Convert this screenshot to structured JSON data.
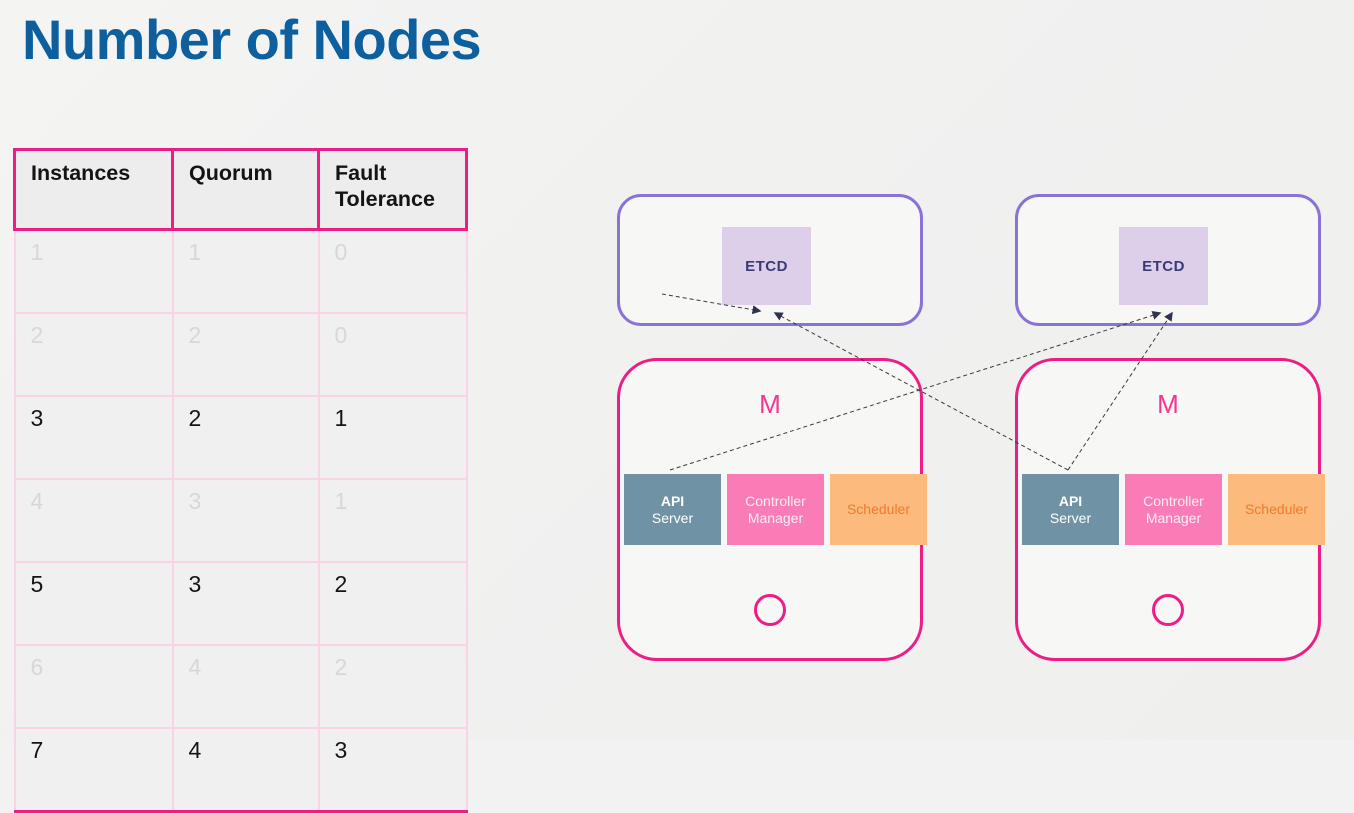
{
  "slide": {
    "title": "Number of Nodes",
    "title_color": "#0d5f9e",
    "background_color": "#f2f2f2",
    "watermark": ""
  },
  "table": {
    "name": "quorum-fault-tolerance-table",
    "accent_color": "#ec1e86",
    "columns": [
      "Instances",
      "Quorum",
      "Fault Tolerance"
    ],
    "rows": [
      {
        "instances": "1",
        "quorum": "1",
        "fault_tolerance": "0",
        "highlighted": false
      },
      {
        "instances": "2",
        "quorum": "2",
        "fault_tolerance": "0",
        "highlighted": false
      },
      {
        "instances": "3",
        "quorum": "2",
        "fault_tolerance": "1",
        "highlighted": true
      },
      {
        "instances": "4",
        "quorum": "3",
        "fault_tolerance": "1",
        "highlighted": false
      },
      {
        "instances": "5",
        "quorum": "3",
        "fault_tolerance": "2",
        "highlighted": true
      },
      {
        "instances": "6",
        "quorum": "4",
        "fault_tolerance": "2",
        "highlighted": false
      },
      {
        "instances": "7",
        "quorum": "4",
        "fault_tolerance": "3",
        "highlighted": true
      }
    ]
  },
  "diagram": {
    "name": "ha-control-plane-diagram",
    "etcd_shell_border_color": "#8b72d8",
    "etcd_box_color": "#ddcfea",
    "etcd_text_color": "#3b3a78",
    "master_border_color": "#ec1e86",
    "clusters": [
      {
        "etcd_label": "ETCD",
        "master_label": "M",
        "components": [
          {
            "name": "api-server",
            "line1": "API",
            "line2": "Server",
            "color": "#6f93a5"
          },
          {
            "name": "controller-manager",
            "line1": "Controller",
            "line2": "Manager",
            "color": "#fa7cb6"
          },
          {
            "name": "scheduler",
            "line1": "Scheduler",
            "line2": "",
            "color": "#fcba7c"
          }
        ]
      },
      {
        "etcd_label": "ETCD",
        "master_label": "M",
        "components": [
          {
            "name": "api-server",
            "line1": "API",
            "line2": "Server",
            "color": "#6f93a5"
          },
          {
            "name": "controller-manager",
            "line1": "Controller",
            "line2": "Manager",
            "color": "#fa7cb6"
          },
          {
            "name": "scheduler",
            "line1": "Scheduler",
            "line2": "",
            "color": "#fcba7c"
          }
        ]
      }
    ],
    "connections": [
      {
        "from": "api-server-left",
        "to": "etcd-left"
      },
      {
        "from": "api-server-left",
        "to": "etcd-right"
      },
      {
        "from": "api-server-right",
        "to": "etcd-left"
      },
      {
        "from": "api-server-right",
        "to": "etcd-right"
      }
    ]
  }
}
